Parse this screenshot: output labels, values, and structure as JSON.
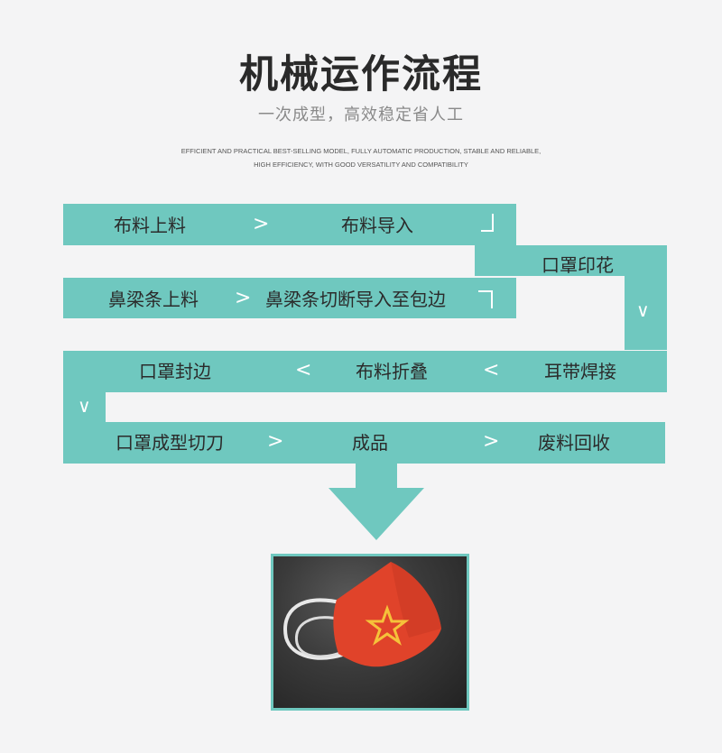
{
  "header": {
    "title": "机械运作流程",
    "subtitle": "一次成型，高效稳定省人工",
    "english_line1": "EFFICIENT AND PRACTICAL BEST-SELLING MODEL, FULLY AUTOMATIC PRODUCTION, STABLE AND RELIABLE,",
    "english_line2": "HIGH EFFICIENCY, WITH GOOD VERSATILITY AND COMPATIBILITY"
  },
  "flow": {
    "step1": "布料上料",
    "step2": "布料导入",
    "step3": "口罩印花",
    "step4": "鼻梁条上料",
    "step5": "鼻梁条切断导入至包边",
    "step6": "口罩封边",
    "step7": "布料折叠",
    "step8": "耳带焊接",
    "step9": "口罩成型切刀",
    "step10": "成品",
    "step11": "废料回收",
    "arrow_right": ">",
    "arrow_left": "<",
    "arrow_down": "∨"
  },
  "colors": {
    "accent": "#6fc8bf",
    "background": "#f4f4f5",
    "mask": "#e0432a",
    "star": "#f5c23a"
  },
  "photo": {
    "subject": "mask-with-star-icon"
  }
}
